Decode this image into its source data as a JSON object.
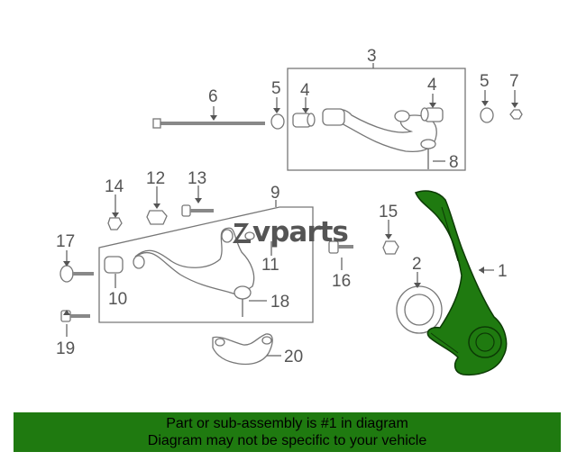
{
  "watermark": "vparts",
  "callouts": {
    "c1": "1",
    "c2": "2",
    "c3": "3",
    "c4a": "4",
    "c4b": "4",
    "c5a": "5",
    "c5b": "5",
    "c6": "6",
    "c7": "7",
    "c8": "8",
    "c9": "9",
    "c10": "10",
    "c11": "11",
    "c12": "12",
    "c13": "13",
    "c14": "14",
    "c15": "15",
    "c16": "16",
    "c17": "17",
    "c18": "18",
    "c19": "19",
    "c20": "20"
  },
  "highlight_color": "#1f7a10",
  "banner": {
    "line1": "Part or sub-assembly is #1 in diagram",
    "line2": "Diagram may not be specific to your vehicle"
  }
}
